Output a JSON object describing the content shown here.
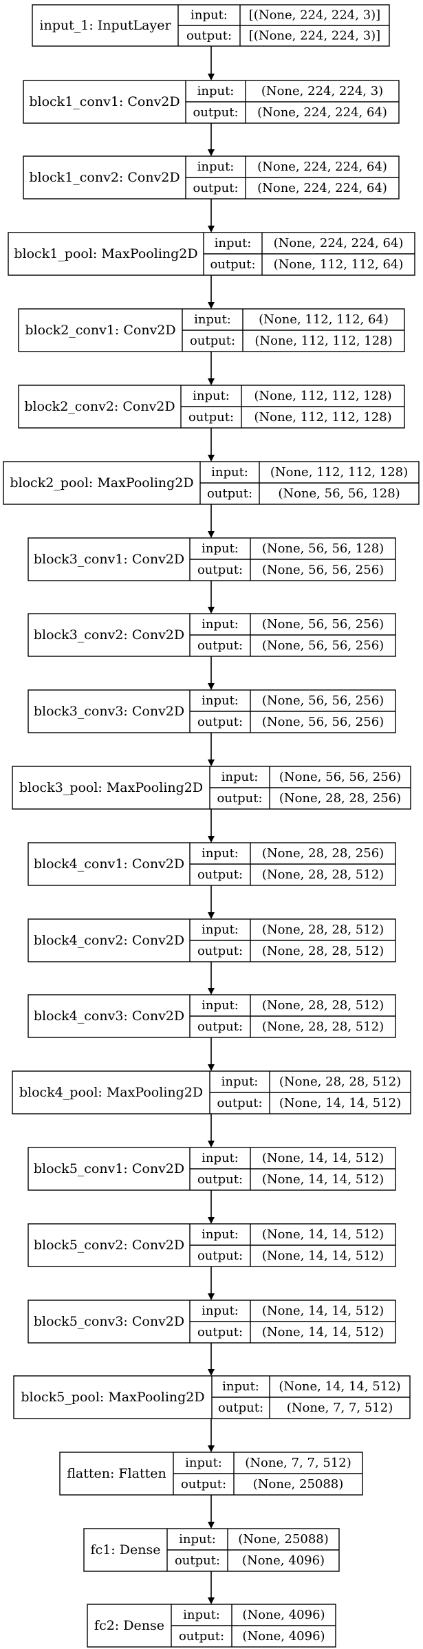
{
  "layers": [
    {
      "label": "input_1: InputLayer",
      "input_label": "input:",
      "output_label": "output:",
      "input": "[(None, 224, 224, 3)]",
      "output": "[(None, 224, 224, 3)]"
    },
    {
      "label": "block1_conv1: Conv2D",
      "input_label": "input:",
      "output_label": "output:",
      "input": "(None, 224, 224, 3)",
      "output": "(None, 224, 224, 64)"
    },
    {
      "label": "block1_conv2: Conv2D",
      "input_label": "input:",
      "output_label": "output:",
      "input": "(None, 224, 224, 64)",
      "output": "(None, 224, 224, 64)"
    },
    {
      "label": "block1_pool: MaxPooling2D",
      "input_label": "input:",
      "output_label": "output:",
      "input": "(None, 224, 224, 64)",
      "output": "(None, 112, 112, 64)"
    },
    {
      "label": "block2_conv1: Conv2D",
      "input_label": "input:",
      "output_label": "output:",
      "input": "(None, 112, 112, 64)",
      "output": "(None, 112, 112, 128)"
    },
    {
      "label": "block2_conv2: Conv2D",
      "input_label": "input:",
      "output_label": "output:",
      "input": "(None, 112, 112, 128)",
      "output": "(None, 112, 112, 128)"
    },
    {
      "label": "block2_pool: MaxPooling2D",
      "input_label": "input:",
      "output_label": "output:",
      "input": "(None, 112, 112, 128)",
      "output": "(None, 56, 56, 128)"
    },
    {
      "label": "block3_conv1: Conv2D",
      "input_label": "input:",
      "output_label": "output:",
      "input": "(None, 56, 56, 128)",
      "output": "(None, 56, 56, 256)"
    },
    {
      "label": "block3_conv2: Conv2D",
      "input_label": "input:",
      "output_label": "output:",
      "input": "(None, 56, 56, 256)",
      "output": "(None, 56, 56, 256)"
    },
    {
      "label": "block3_conv3: Conv2D",
      "input_label": "input:",
      "output_label": "output:",
      "input": "(None, 56, 56, 256)",
      "output": "(None, 56, 56, 256)"
    },
    {
      "label": "block3_pool: MaxPooling2D",
      "input_label": "input:",
      "output_label": "output:",
      "input": "(None, 56, 56, 256)",
      "output": "(None, 28, 28, 256)"
    },
    {
      "label": "block4_conv1: Conv2D",
      "input_label": "input:",
      "output_label": "output:",
      "input": "(None, 28, 28, 256)",
      "output": "(None, 28, 28, 512)"
    },
    {
      "label": "block4_conv2: Conv2D",
      "input_label": "input:",
      "output_label": "output:",
      "input": "(None, 28, 28, 512)",
      "output": "(None, 28, 28, 512)"
    },
    {
      "label": "block4_conv3: Conv2D",
      "input_label": "input:",
      "output_label": "output:",
      "input": "(None, 28, 28, 512)",
      "output": "(None, 28, 28, 512)"
    },
    {
      "label": "block4_pool: MaxPooling2D",
      "input_label": "input:",
      "output_label": "output:",
      "input": "(None, 28, 28, 512)",
      "output": "(None, 14, 14, 512)"
    },
    {
      "label": "block5_conv1: Conv2D",
      "input_label": "input:",
      "output_label": "output:",
      "input": "(None, 14, 14, 512)",
      "output": "(None, 14, 14, 512)"
    },
    {
      "label": "block5_conv2: Conv2D",
      "input_label": "input:",
      "output_label": "output:",
      "input": "(None, 14, 14, 512)",
      "output": "(None, 14, 14, 512)"
    },
    {
      "label": "block5_conv3: Conv2D",
      "input_label": "input:",
      "output_label": "output:",
      "input": "(None, 14, 14, 512)",
      "output": "(None, 14, 14, 512)"
    },
    {
      "label": "block5_pool: MaxPooling2D",
      "input_label": "input:",
      "output_label": "output:",
      "input": "(None, 14, 14, 512)",
      "output": "(None, 7, 7, 512)"
    },
    {
      "label": "flatten: Flatten",
      "input_label": "input:",
      "output_label": "output:",
      "input": "(None, 7, 7, 512)",
      "output": "(None, 25088)"
    },
    {
      "label": "fc1: Dense",
      "input_label": "input:",
      "output_label": "output:",
      "input": "(None, 25088)",
      "output": "(None, 4096)"
    },
    {
      "label": "fc2: Dense",
      "input_label": "input:",
      "output_label": "output:",
      "input": "(None, 4096)",
      "output": "(None, 4096)"
    }
  ]
}
